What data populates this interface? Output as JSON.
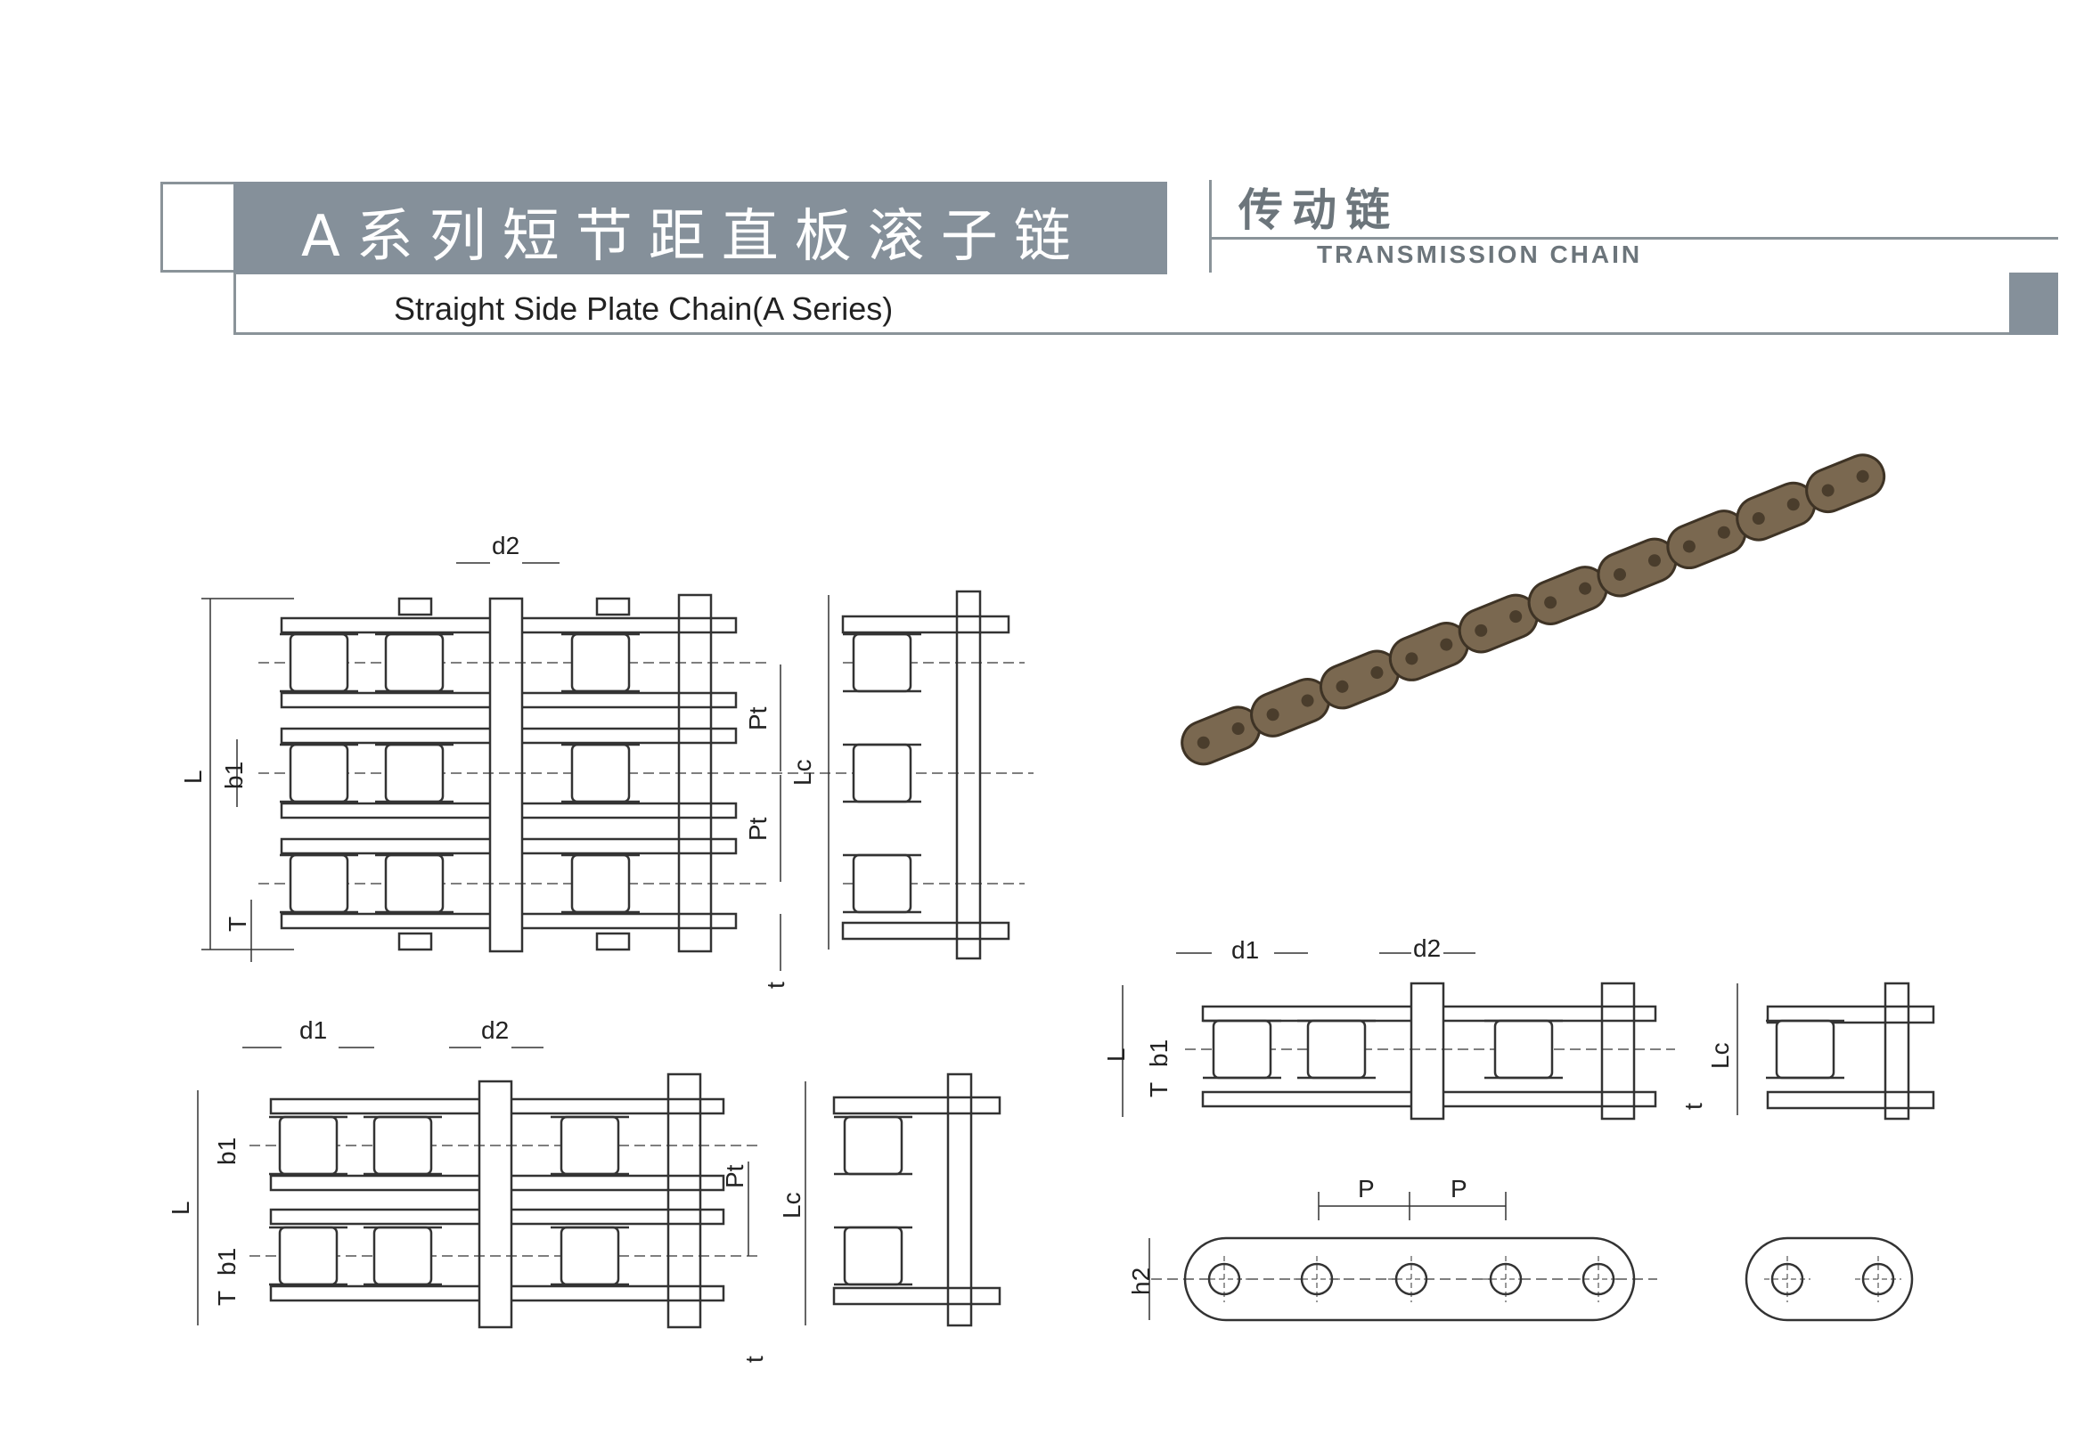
{
  "header": {
    "title_cn": "A系列短节距直板滚子链",
    "title_en": "Straight Side Plate Chain(A Series)",
    "category_cn": "传动链",
    "category_en": "TRANSMISSION CHAIN"
  },
  "labels": {
    "d1": "d1",
    "d2": "d2",
    "b1": "b1",
    "L": "L",
    "Lc": "Lc",
    "Pt": "Pt",
    "T": "T",
    "t": "t",
    "P": "P",
    "h2": "h2"
  },
  "colors": {
    "bar": "#85909a",
    "line": "#333333",
    "chain": "#6b5a44"
  }
}
